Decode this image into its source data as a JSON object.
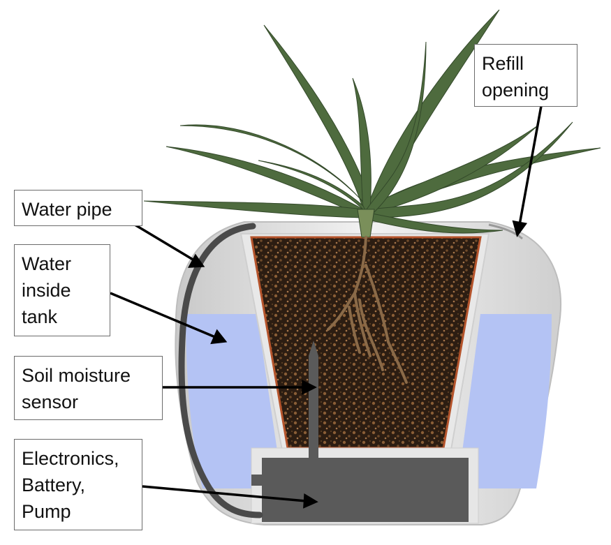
{
  "labels": {
    "refill_opening": "Refill\nopening",
    "water_pipe": "Water pipe",
    "water_inside_tank": "Water\ninside\ntank",
    "soil_moisture_sensor": "Soil moisture\nsensor",
    "electronics": "Electronics,\nBattery,\nPump"
  },
  "colors": {
    "pot_shell": "#dcdcdc",
    "pot_rim": "#eeeeee",
    "water": "#b4c3f4",
    "soil": "#3a2718",
    "soil_liner": "#b5542c",
    "electronics_box": "#5a5a5a",
    "pipe": "#4a4a4a",
    "leaf": "#4e6b3e",
    "root": "#8a6a48",
    "arrow": "#000000"
  }
}
